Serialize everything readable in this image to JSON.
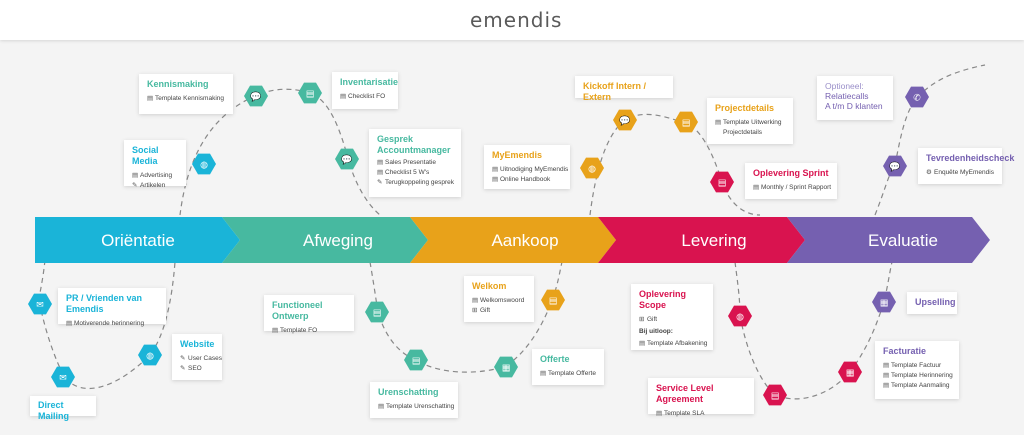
{
  "brand": "emendis",
  "colors": {
    "blue": "#1ab4d8",
    "teal": "#47b9a0",
    "orange": "#e8a21a",
    "red": "#d9134f",
    "purple": "#7560b0"
  },
  "stages": [
    "Oriëntatie",
    "Afweging",
    "Aankoop",
    "Levering",
    "Evaluatie"
  ],
  "cards": {
    "kennismaking": {
      "title": "Kennismaking",
      "items": [
        "Template Kennismaking"
      ]
    },
    "inventarisatie": {
      "title": "Inventarisatie",
      "items": [
        "Checklist FO"
      ]
    },
    "social_media": {
      "title": "Social Media",
      "items": [
        "Advertising",
        "Artikelen"
      ]
    },
    "gesprek": {
      "title1": "Gesprek",
      "title2": "Accountmanager",
      "items": [
        "Sales Presentatie",
        "Checklist 5 W's",
        "Terugkoppeling gesprek"
      ]
    },
    "kickoff": {
      "title": "Kickoff Intern / Extern"
    },
    "myemendis": {
      "title": "MyEmendis",
      "items": [
        "Uitnodiging MyEmendis",
        "Online Handbook"
      ]
    },
    "projectdetails": {
      "title": "Projectdetails",
      "items": [
        "Template Uitwerking",
        "Projectdetails"
      ]
    },
    "oplevering_sprint": {
      "title": "Oplevering Sprint",
      "items": [
        "Monthly / Sprint Rapport"
      ]
    },
    "optioneel": {
      "line1": "Optioneel:",
      "line2": "Relatiecalls",
      "line3": "A t/m D klanten"
    },
    "tevredenheid": {
      "title": "Tevredenheidscheck",
      "items": [
        "Enquête MyEmendis"
      ]
    },
    "pr": {
      "title": "PR / Vrienden van Emendis",
      "items": [
        "Motiverende herinnering"
      ]
    },
    "website": {
      "title": "Website",
      "items": [
        "User Cases",
        "SEO"
      ]
    },
    "direct_mailing": {
      "title": "Direct Mailing"
    },
    "functioneel": {
      "title": "Functioneel Ontwerp",
      "items": [
        "Template FO"
      ]
    },
    "welkom": {
      "title": "Welkom",
      "items": [
        "Welkomswoord",
        "Gift"
      ]
    },
    "offerte": {
      "title": "Offerte",
      "items": [
        "Template Offerte"
      ]
    },
    "urenschatting": {
      "title": "Urenschatting",
      "items": [
        "Template Urenschatting"
      ]
    },
    "oplevering_scope": {
      "title": "Oplevering Scope",
      "items": [
        "Gift"
      ],
      "bold": "Bij uitloop:",
      "items2": [
        "Template Afbakening"
      ]
    },
    "sla": {
      "title": "Service Level Agreement",
      "items": [
        "Template SLA"
      ]
    },
    "upselling": {
      "title": "Upselling"
    },
    "facturatie": {
      "title": "Facturatie",
      "items": [
        "Template Factuur",
        "Template Herinnering",
        "Template Aanmaling"
      ]
    }
  }
}
